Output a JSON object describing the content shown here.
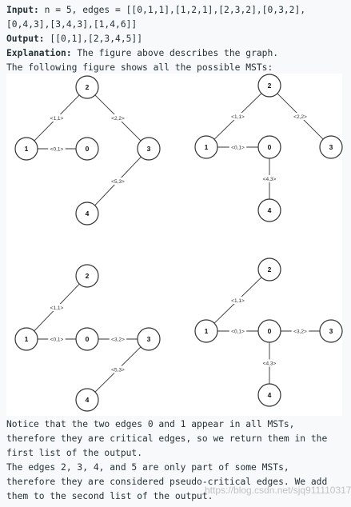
{
  "header": {
    "input_label": "Input:",
    "input_text": " n = 5, edges = [[0,1,1],[1,2,1],[2,3,2],[0,3,2],[0,4,3],[3,4,3],[1,4,6]]",
    "output_label": "Output:",
    "output_text": " [[0,1],[2,3,4,5]]",
    "explanation_label": "Explanation:",
    "explanation_text": " The figure above describes the graph.",
    "figure_note": "The following figure shows all the possible MSTs:"
  },
  "diagrams": [
    {
      "nodes": [
        {
          "id": "2",
          "label": "2"
        },
        {
          "id": "1",
          "label": "1"
        },
        {
          "id": "0",
          "label": "0"
        },
        {
          "id": "3",
          "label": "3"
        },
        {
          "id": "4",
          "label": "4"
        }
      ],
      "edges": [
        {
          "from": "2",
          "to": "1",
          "label": "<1,1>"
        },
        {
          "from": "2",
          "to": "3",
          "label": "<2,2>"
        },
        {
          "from": "1",
          "to": "0",
          "label": "<0,1>"
        },
        {
          "from": "3",
          "to": "4",
          "label": "<5,3>"
        }
      ]
    },
    {
      "nodes": [
        {
          "id": "2",
          "label": "2"
        },
        {
          "id": "1",
          "label": "1"
        },
        {
          "id": "0",
          "label": "0"
        },
        {
          "id": "3",
          "label": "3"
        },
        {
          "id": "4",
          "label": "4"
        }
      ],
      "edges": [
        {
          "from": "2",
          "to": "1",
          "label": "<1,1>"
        },
        {
          "from": "2",
          "to": "3",
          "label": "<2,2>"
        },
        {
          "from": "1",
          "to": "0",
          "label": "<0,1>"
        },
        {
          "from": "0",
          "to": "4",
          "label": "<4,3>"
        }
      ]
    },
    {
      "nodes": [
        {
          "id": "2",
          "label": "2"
        },
        {
          "id": "1",
          "label": "1"
        },
        {
          "id": "0",
          "label": "0"
        },
        {
          "id": "3",
          "label": "3"
        },
        {
          "id": "4",
          "label": "4"
        }
      ],
      "edges": [
        {
          "from": "2",
          "to": "1",
          "label": "<1,1>"
        },
        {
          "from": "1",
          "to": "0",
          "label": "<0,1>"
        },
        {
          "from": "0",
          "to": "3",
          "label": "<3,2>"
        },
        {
          "from": "3",
          "to": "4",
          "label": "<5,3>"
        }
      ]
    },
    {
      "nodes": [
        {
          "id": "2",
          "label": "2"
        },
        {
          "id": "1",
          "label": "1"
        },
        {
          "id": "0",
          "label": "0"
        },
        {
          "id": "3",
          "label": "3"
        },
        {
          "id": "4",
          "label": "4"
        }
      ],
      "edges": [
        {
          "from": "2",
          "to": "1",
          "label": "<1,1>"
        },
        {
          "from": "1",
          "to": "0",
          "label": "<0,1>"
        },
        {
          "from": "0",
          "to": "3",
          "label": "<3,2>"
        },
        {
          "from": "0",
          "to": "4",
          "label": "<4,3>"
        }
      ]
    }
  ],
  "footer": {
    "notice": "Notice that the two edges 0 and 1 appear in all MSTs, therefore they are critical edges, so we return them in the first list of the output.",
    "pseudo": "The edges 2, 3, 4, and 5 are only part of some MSTs, therefore they are considered pseudo-critical edges. We add them to the second list of the output."
  },
  "watermark": "https://blog.csdn.net/sjq911110317"
}
